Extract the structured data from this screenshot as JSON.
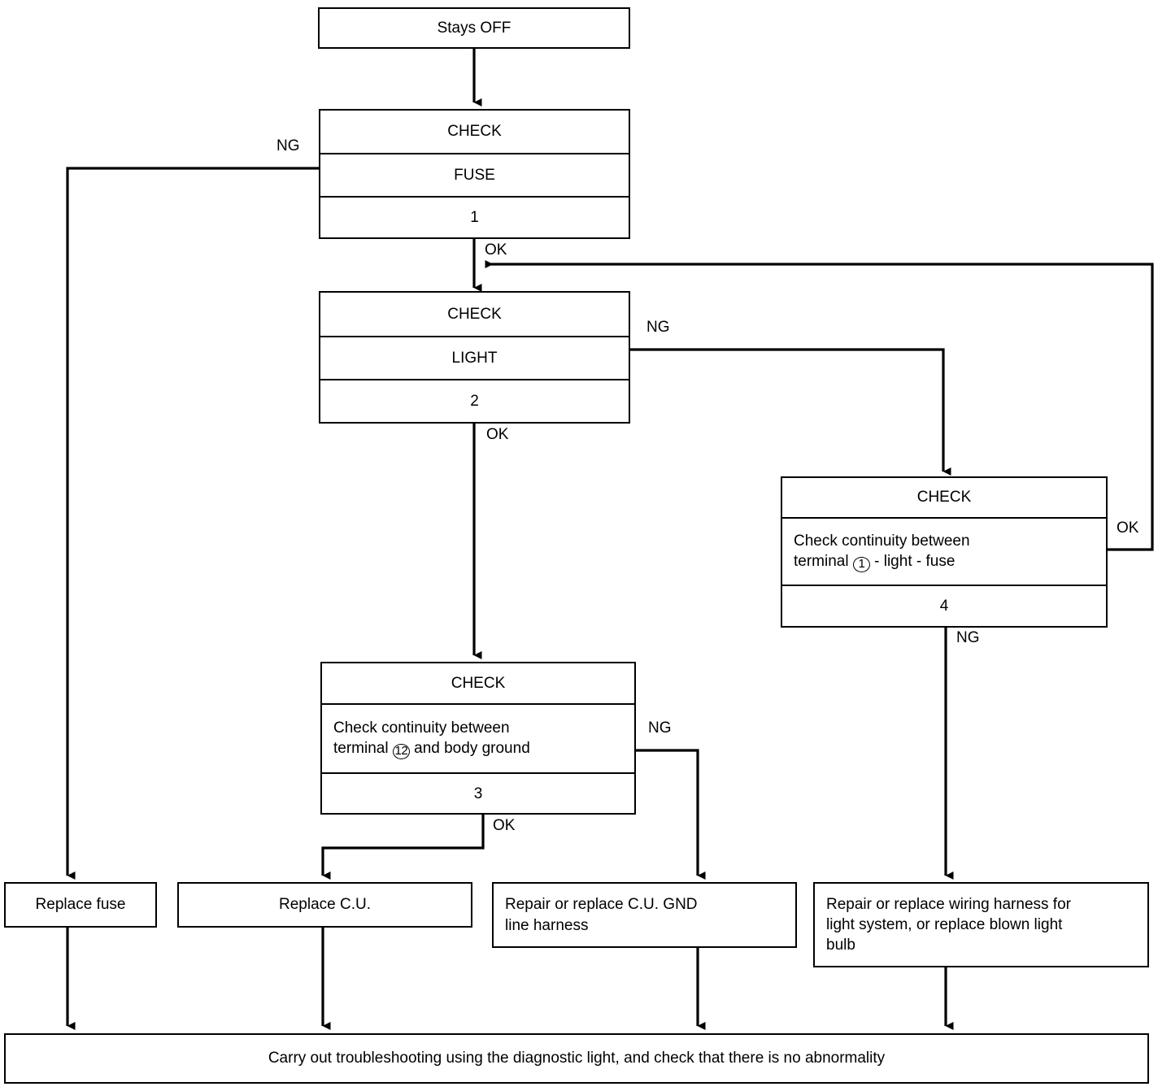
{
  "diagram": {
    "title": "Stays OFF diagnostic flowchart",
    "type": "flowchart",
    "line_color": "#000000",
    "background_color": "#ffffff"
  },
  "nodes": {
    "start": {
      "label": "Stays OFF"
    },
    "check1": {
      "header": "CHECK",
      "body": "FUSE",
      "step": "1"
    },
    "check2": {
      "header": "CHECK",
      "body": "LIGHT",
      "step": "2"
    },
    "check3": {
      "header": "CHECK",
      "body_line1": "Check continuity between",
      "body_line2_pre": "terminal ",
      "body_terminal": "12",
      "body_line2_post": " and body ground",
      "step": "3"
    },
    "check4": {
      "header": "CHECK",
      "body_line1": "Check continuity between",
      "body_line2_pre": "terminal ",
      "body_terminal": "1",
      "body_line2_post": " - light - fuse",
      "step": "4"
    },
    "result_fuse": {
      "label": "Replace fuse"
    },
    "result_cu": {
      "label": "Replace C.U."
    },
    "result_gnd": {
      "label": "Repair or replace C.U. GND\nline harness"
    },
    "result_harness": {
      "label": "Repair or replace wiring harness for\nlight system, or replace blown light\nbulb"
    },
    "footer": {
      "label": "Carry out troubleshooting using the diagnostic light, and check that there is no abnormality"
    }
  },
  "edge_labels": {
    "fuse_ng": "NG",
    "fuse_ok": "OK",
    "light_ng": "NG",
    "light_ok": "OK",
    "check3_ng": "NG",
    "check3_ok": "OK",
    "check4_ok": "OK",
    "check4_ng": "NG"
  }
}
